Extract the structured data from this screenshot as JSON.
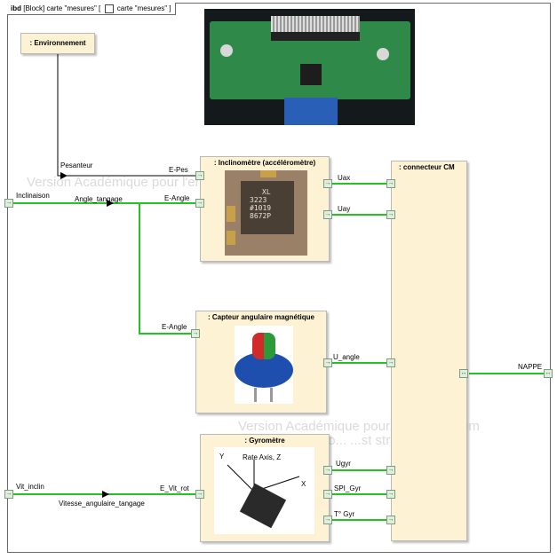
{
  "frame": {
    "kind": "ibd",
    "title": "[Block] carte \"mesures\" [",
    "diagram_name": "carte \"mesures\" ]"
  },
  "blocks": {
    "environnement": ": Environnement",
    "inclinometre": ": Inclinomètre (accéléromètre)",
    "capteur": ": Capteur angulaire magnétique",
    "gyrometre": ": Gyromètre",
    "connecteur": ": connecteur CM"
  },
  "ports": {
    "inclinaison": "Inclinaison",
    "vit_inclin": "Vit_inclin",
    "e_pes": "E-Pes",
    "e_angle_1": "E-Angle",
    "e_angle_2": "E-Angle",
    "e_vit_rot": "E_Vit_rot",
    "uax": "Uax",
    "uay": "Uay",
    "u_angle": "U_angle",
    "ugyr": "Ugyr",
    "spi_gyr": "SPI_Gyr",
    "t_gyr": "T° Gyr",
    "nappe": "NAPPE"
  },
  "connectors": {
    "pesanteur": "Pesanteur",
    "angle_tangage": "Angle_tangage",
    "vitesse_angulaire_tangage": "Vitesse_angulaire_tangage"
  },
  "chip": {
    "lines": [
      "XL",
      "3223",
      "#1019",
      "8672P"
    ]
  },
  "gyro_axes": {
    "y": "Y",
    "rate_axis": "Rate Axis, Z",
    "x": "X"
  },
  "watermarks": [
    "Version Académique pour l'enseignement",
    "Version Académique pour ...seur Seulem",
    "...ement Co... ...st strictem"
  ],
  "colors": {
    "wire_green": "#22c422",
    "block_fill": "#fdf3d4",
    "wire_black": "#000000"
  }
}
